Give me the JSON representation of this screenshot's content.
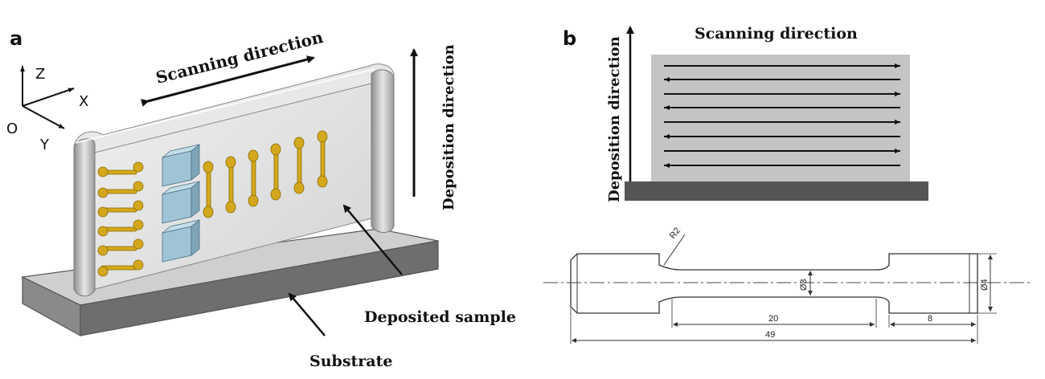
{
  "panel_a": {
    "letter": "a",
    "axes": {
      "z": "Z",
      "x": "X",
      "y": "Y",
      "origin": "O"
    },
    "scanning_label": "Scanning direction",
    "deposition_label": "Deposition direction",
    "deposited_sample_label": "Deposited sample",
    "substrate_label": "Substrate"
  },
  "panel_b": {
    "letter": "b",
    "scanning_label": "Scanning direction",
    "deposition_label": "Deposition direction",
    "dimensions": {
      "radius": "R2",
      "gauge_diameter": "Ø3",
      "grip_diameter": "Ø4",
      "gauge_length": "20",
      "grip_length": "8",
      "total_length": "49"
    }
  },
  "colors": {
    "wall": "#e4e4e4",
    "substrate_top": "#cfcfcf",
    "substrate_front": "#6e6e6e",
    "dogbone": "#d4a81e",
    "cube": "#9fc4d6",
    "plate": "#c4c4c4",
    "base": "#555555"
  }
}
